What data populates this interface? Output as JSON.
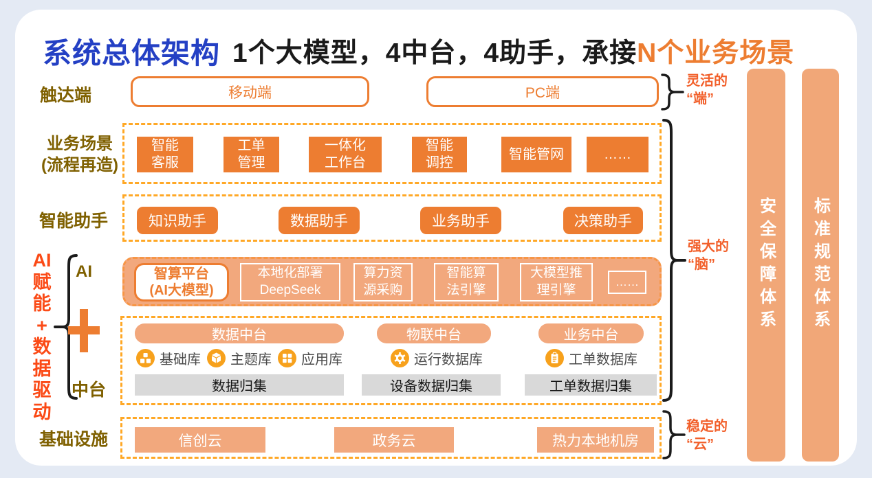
{
  "colors": {
    "title_blue": "#2440C4",
    "accent_orange": "#ED7D31",
    "light_orange": "#F2A87D",
    "dashed_amber": "#FFA826",
    "label_gold": "#7F6000",
    "banner_red": "#FB4A16",
    "annotation_orange": "#F2602B",
    "gray_bar": "#D9D9D9",
    "icon_orange": "#F7A11C"
  },
  "header": {
    "title": "系统总体架构",
    "subtitle_black": "1个大模型，4中台，4助手，承接",
    "subtitle_orange": "N个业务场景"
  },
  "rows": {
    "touch": {
      "label": "触达端",
      "mobile": "移动端",
      "pc": "PC端"
    },
    "scenes": {
      "label": "业务场景\n(流程再造)",
      "items": [
        "智能\n客服",
        "工单\n管理",
        "一体化\n工作台",
        "智能\n调控",
        "智能管网",
        "……"
      ]
    },
    "assistants": {
      "label": "智能助手",
      "items": [
        "知识助手",
        "数据助手",
        "业务助手",
        "决策助手"
      ]
    },
    "ai": {
      "label": "AI",
      "platform": "智算平台\n(AI大模型)",
      "items": [
        "本地化部署\nDeepSeek",
        "算力资\n源采购",
        "智能算\n法引擎",
        "大模型推\n理引擎"
      ],
      "more": "……"
    },
    "middle": {
      "label": "中台",
      "platforms": [
        {
          "title": "数据中台",
          "dbs": [
            {
              "icon": "blocks-icon",
              "name": "基础库"
            },
            {
              "icon": "cube-icon",
              "name": "主题库"
            },
            {
              "icon": "grid-icon",
              "name": "应用库"
            }
          ],
          "bar": "数据归集"
        },
        {
          "title": "物联中台",
          "dbs": [
            {
              "icon": "gear-icon",
              "name": "运行数据库"
            }
          ],
          "bar": "设备数据归集"
        },
        {
          "title": "业务中台",
          "dbs": [
            {
              "icon": "clipboard-icon",
              "name": "工单数据库"
            }
          ],
          "bar": "工单数据归集"
        }
      ]
    },
    "infra": {
      "label": "基础设施",
      "items": [
        "信创云",
        "政务云",
        "热力本地机房"
      ]
    }
  },
  "left_banner": "AI\n赋\n能\n+\n数\n据\n驱\n动",
  "annotations": {
    "duan": "灵活的\n“端”",
    "nao": "强大的\n“脑”",
    "yun": "稳定的\n“云”"
  },
  "side_bars": [
    "安全保障体系",
    "标准规范体系"
  ]
}
